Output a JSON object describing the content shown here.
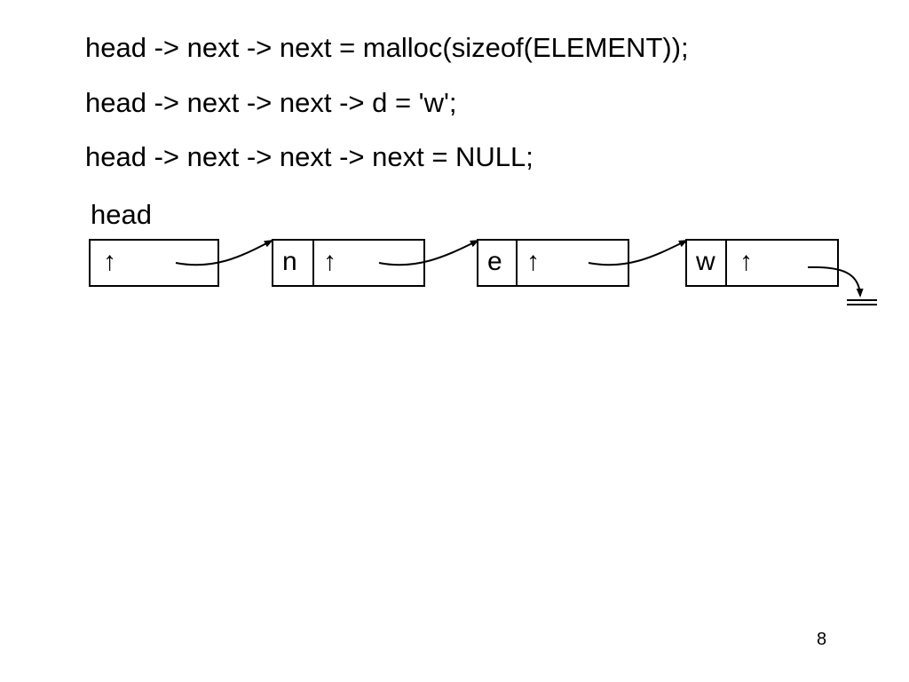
{
  "code_lines": [
    "head -> next -> next = malloc(sizeof(ELEMENT));",
    "head -> next -> next -> d = 'w';",
    "head -> next -> next -> next = NULL;"
  ],
  "diagram": {
    "head_label": "head",
    "pointer_glyph": "↑",
    "nodes": [
      {
        "data": "n"
      },
      {
        "data": "e"
      },
      {
        "data": "w"
      }
    ],
    "null_symbol": "ground-null-icon"
  },
  "page_number": "8"
}
